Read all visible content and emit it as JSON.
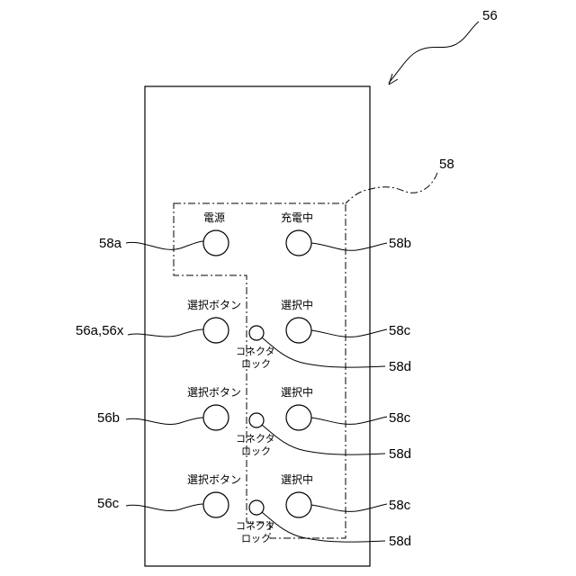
{
  "refs": {
    "device": "56",
    "area": "58",
    "power_led_ref": "58a",
    "charging_led_ref": "58b",
    "button_a_ref": "56a,56x",
    "button_b_ref": "56b",
    "button_c_ref": "56c",
    "selected_led_ref_1": "58c",
    "selected_led_ref_2": "58c",
    "selected_led_ref_3": "58c",
    "connector_lock_ref_1": "58d",
    "connector_lock_ref_2": "58d",
    "connector_lock_ref_3": "58d"
  },
  "labels": {
    "power": "電源",
    "charging": "充電中",
    "select_button_1": "選択ボタン",
    "select_button_2": "選択ボタン",
    "select_button_3": "選択ボタン",
    "selected_1": "選択中",
    "selected_2": "選択中",
    "selected_3": "選択中",
    "connector_1_line1": "コネクタ",
    "connector_1_line2": "ロック",
    "connector_2_line1": "コネクタ",
    "connector_2_line2": "ロック",
    "connector_3_line1": "コネクタ",
    "connector_3_line2": "ロック"
  }
}
